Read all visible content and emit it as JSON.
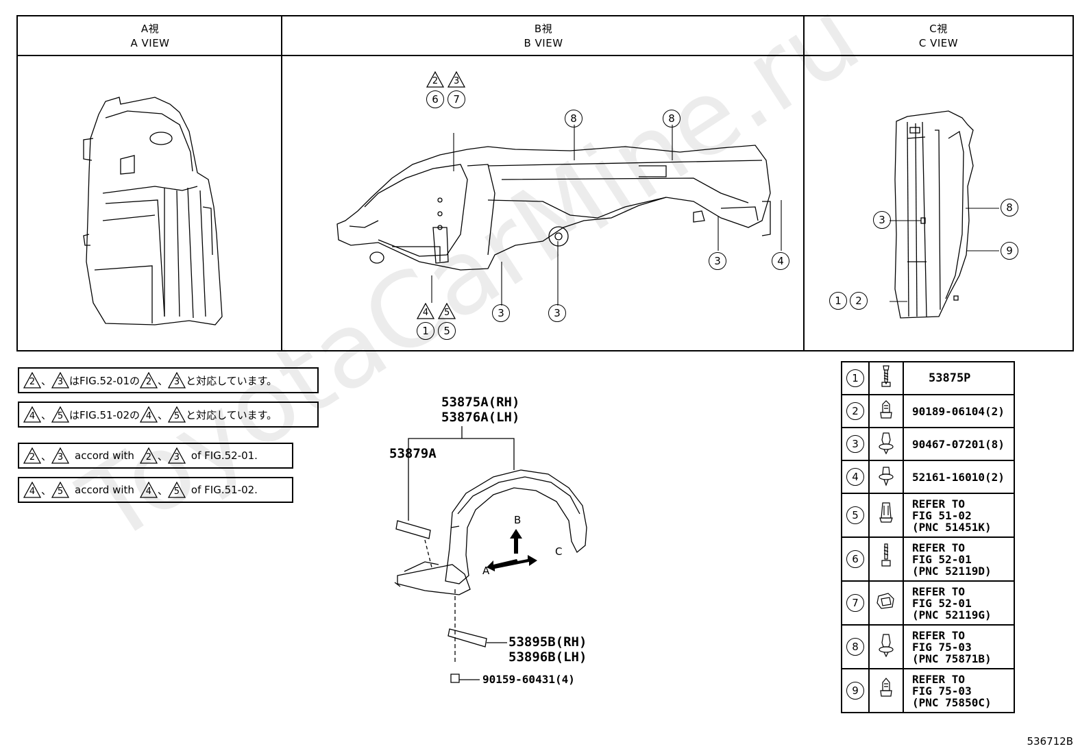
{
  "views": [
    {
      "jp": "A視",
      "en": "A VIEW"
    },
    {
      "jp": "B視",
      "en": "B VIEW"
    },
    {
      "jp": "C視",
      "en": "C VIEW"
    }
  ],
  "view_b_callouts": {
    "top_left_triangles": [
      "2",
      "3"
    ],
    "top_left_circles": [
      "6",
      "7"
    ],
    "top_mid_circle": "8",
    "top_right_circle": "8",
    "bottom_left_triangles": [
      "4",
      "5"
    ],
    "bottom_left_circles": [
      "1",
      "5"
    ],
    "bottom_circle_a": "3",
    "bottom_circle_b": "3",
    "right_circle_a": "3",
    "right_circle_b": "4"
  },
  "view_c_callouts": {
    "left_mid": "3",
    "left_bottom_a": "1",
    "left_bottom_b": "2",
    "right_top": "8",
    "right_bottom": "9"
  },
  "notes": [
    {
      "t1": "2",
      "sep": "、",
      "t2": "3",
      "mid": "はFIG.52-01の",
      "t3": "2",
      "t4": "3",
      "tail": "と対応しています。"
    },
    {
      "t1": "4",
      "sep": "、",
      "t2": "5",
      "mid": "はFIG.51-02の",
      "t3": "4",
      "t4": "5",
      "tail": "と対応しています。"
    },
    {
      "t1": "2",
      "sep": "、",
      "t2": "3",
      "mid": "accord with",
      "t3": "2",
      "t4": "3",
      "tail": "of FIG.52-01."
    },
    {
      "t1": "4",
      "sep": "、",
      "t2": "5",
      "mid": "accord with",
      "t3": "4",
      "t4": "5",
      "tail": "of FIG.51-02."
    }
  ],
  "main_labels": {
    "liner_rh": "53875A(RH)",
    "liner_lh": "53876A(LH)",
    "strip": "53879A",
    "bracket_rh": "53895B(RH)",
    "bracket_lh": "53896B(LH)",
    "bolt": "90159-60431(4)",
    "arrow_a": "A",
    "arrow_b": "B",
    "arrow_c": "C"
  },
  "parts_table": [
    {
      "num": "1",
      "icon": "screw-icon",
      "lines": [
        "53875P"
      ]
    },
    {
      "num": "2",
      "icon": "nut-icon",
      "lines": [
        "90189-06104(2)"
      ]
    },
    {
      "num": "3",
      "icon": "clip-icon",
      "lines": [
        "90467-07201(8)"
      ]
    },
    {
      "num": "4",
      "icon": "clip-icon",
      "lines": [
        "52161-16010(2)"
      ]
    },
    {
      "num": "5",
      "icon": "clip-icon",
      "lines": [
        "REFER TO",
        "FIG 51-02",
        "(PNC 51451K)"
      ]
    },
    {
      "num": "6",
      "icon": "screw-icon",
      "lines": [
        "REFER TO",
        "FIG 52-01",
        "(PNC 52119D)"
      ]
    },
    {
      "num": "7",
      "icon": "clamp-icon",
      "lines": [
        "REFER TO",
        "FIG 52-01",
        "(PNC 52119G)"
      ]
    },
    {
      "num": "8",
      "icon": "clip-icon",
      "lines": [
        "REFER TO",
        "FIG 75-03",
        "(PNC 75871B)"
      ]
    },
    {
      "num": "9",
      "icon": "nut-icon",
      "lines": [
        "REFER TO",
        "FIG 75-03",
        "(PNC 75850C)"
      ]
    }
  ],
  "watermark": "ToyotaCarMine.ru",
  "figure_number": "536712B"
}
